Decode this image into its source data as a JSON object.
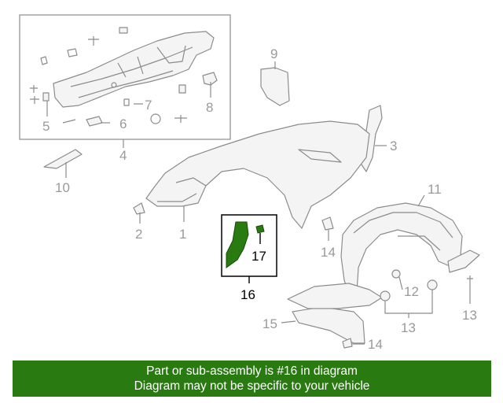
{
  "callouts": {
    "c1": "1",
    "c2": "2",
    "c3": "3",
    "c4": "4",
    "c5": "5",
    "c6": "6",
    "c7": "7",
    "c8": "8",
    "c9": "9",
    "c10": "10",
    "c11": "11",
    "c12": "12",
    "c13a": "13",
    "c13b": "13",
    "c14a": "14",
    "c14b": "14",
    "c15": "15",
    "c16": "16",
    "c17": "17"
  },
  "highlight": {
    "color": "#2a7a12",
    "part": "16"
  },
  "banner": {
    "line1": "Part or sub-assembly is #16 in diagram",
    "line2": "Diagram may not be specific to your vehicle",
    "color": "#2a7a12"
  }
}
